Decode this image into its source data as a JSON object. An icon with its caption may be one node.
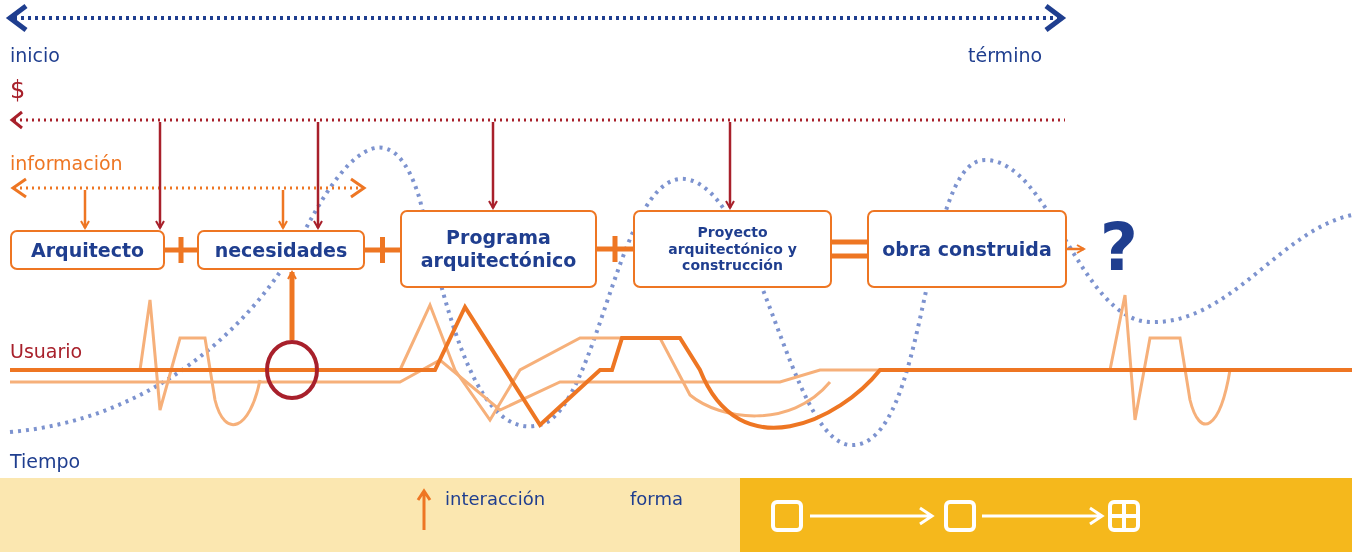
{
  "diagram": {
    "nodes": [
      {
        "text": [
          "Arquitecto"
        ]
      },
      {
        "text": [
          "necesidades"
        ]
      },
      {
        "text": [
          "Programa arquitectónico"
        ]
      },
      {
        "text": [
          "Proyecto arquitectónico y construcción"
        ]
      },
      {
        "text": [
          "obra construida"
        ]
      },
      {
        "text": [
          "?"
        ]
      },
      {
        "text": [],
        "shape": "circle"
      }
    ],
    "edges": [
      {
        "from": 0,
        "to": 1,
        "arrow": "none",
        "style": "thick"
      },
      {
        "from": 1,
        "to": 2,
        "arrow": "none",
        "style": "thick"
      },
      {
        "from": 2,
        "to": 3,
        "arrow": "none",
        "style": "thick"
      },
      {
        "from": 3,
        "to": 4,
        "arrow": "none",
        "style": "thick"
      },
      {
        "from": 4,
        "to": 5,
        "arrow": "to"
      },
      {
        "from": 6,
        "to": 1,
        "arrow": "to",
        "style": "thick"
      },
      {
        "from": null,
        "to": 0,
        "arrow": "to"
      },
      {
        "from": null,
        "to": 1,
        "arrow": "to"
      },
      {
        "from": null,
        "to": 0,
        "arrow": "to",
        "color": "#a8202b"
      },
      {
        "from": null,
        "to": 1,
        "arrow": "to",
        "color": "#a8202b"
      },
      {
        "from": null,
        "to": 2,
        "arrow": "to",
        "color": "#a8202b"
      },
      {
        "from": null,
        "to": 3,
        "arrow": "to",
        "color": "#a8202b"
      }
    ],
    "labels": [
      "inicio",
      "término",
      "$",
      "información",
      "Usuario",
      "Tiempo"
    ],
    "legend": [
      {
        "text": "interacción"
      },
      {
        "text": "forma"
      }
    ]
  }
}
